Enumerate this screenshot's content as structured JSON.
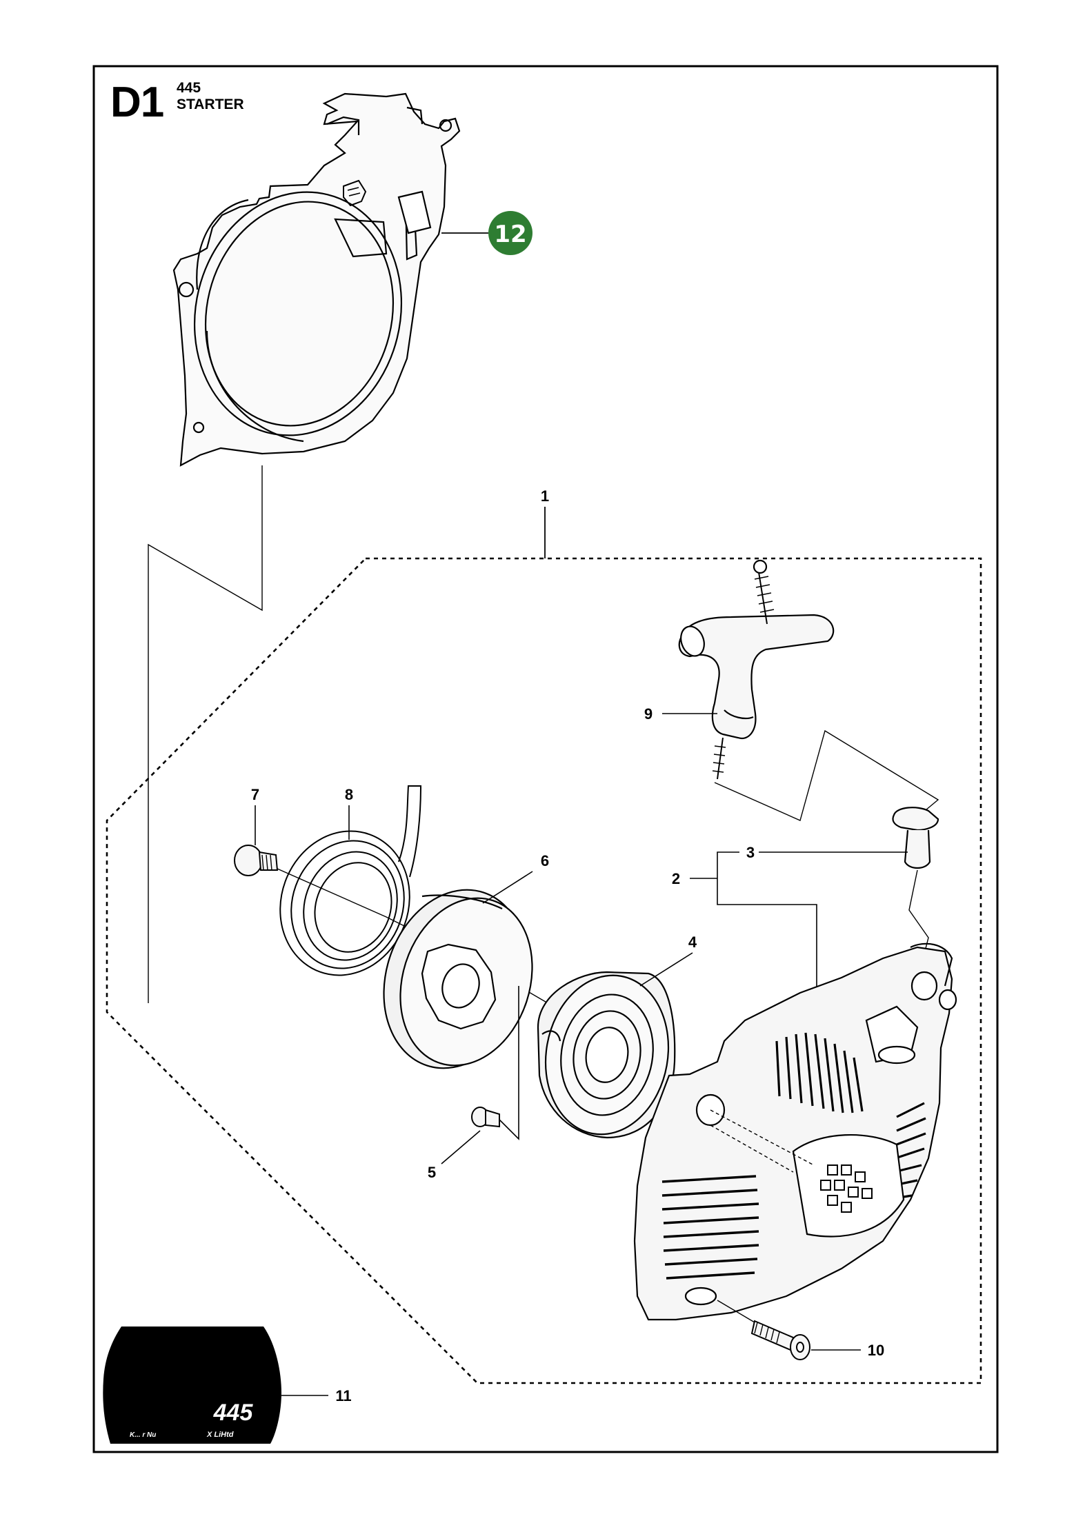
{
  "header": {
    "code": "D1",
    "model": "445",
    "title": "STARTER"
  },
  "callouts": {
    "c1": "1",
    "c2": "2",
    "c3": "3",
    "c4": "4",
    "c5": "5",
    "c6": "6",
    "c7": "7",
    "c8": "8",
    "c9": "9",
    "c10": "10",
    "c11": "11",
    "c12": "12"
  },
  "decal": {
    "model_mark": "445",
    "left_small": "K... r Nu",
    "right_small": "X  LiHtd"
  },
  "colors": {
    "line": "#000000",
    "badge": "#2e7d32",
    "decal": "#000000"
  }
}
